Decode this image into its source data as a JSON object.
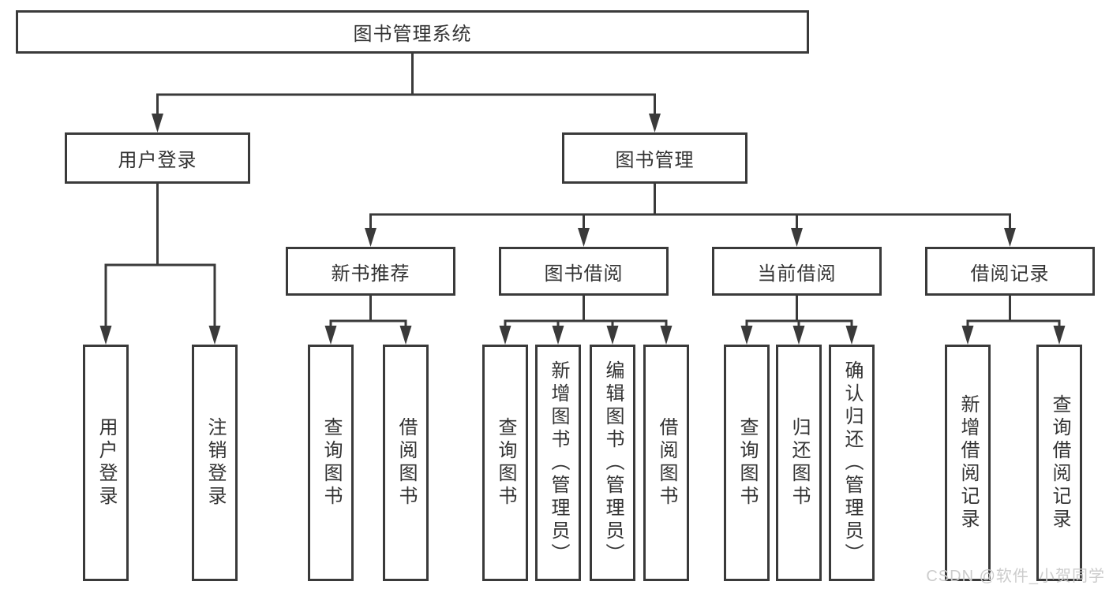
{
  "tree": {
    "label": "图书管理系统",
    "children": [
      {
        "label": "用户登录",
        "children": [
          {
            "label": "用户登录"
          },
          {
            "label": "注销登录"
          }
        ]
      },
      {
        "label": "图书管理",
        "children": [
          {
            "label": "新书推荐",
            "children": [
              {
                "label": "查询图书"
              },
              {
                "label": "借阅图书"
              }
            ]
          },
          {
            "label": "图书借阅",
            "children": [
              {
                "label": "查询图书"
              },
              {
                "label": "新增图书（管理员）"
              },
              {
                "label": "编辑图书（管理员）"
              },
              {
                "label": "借阅图书"
              }
            ]
          },
          {
            "label": "当前借阅",
            "children": [
              {
                "label": "查询图书"
              },
              {
                "label": "归还图书"
              },
              {
                "label": "确认归还（管理员）"
              }
            ]
          },
          {
            "label": "借阅记录",
            "children": [
              {
                "label": "新增借阅记录"
              },
              {
                "label": "查询借阅记录"
              }
            ]
          }
        ]
      }
    ]
  },
  "watermark": "CSDN @软件_小贺同学",
  "colors": {
    "line": "#3a3a3a",
    "text": "#333333",
    "box_background": "#ffffff",
    "watermark": "#cccccc",
    "background": "#ffffff"
  }
}
